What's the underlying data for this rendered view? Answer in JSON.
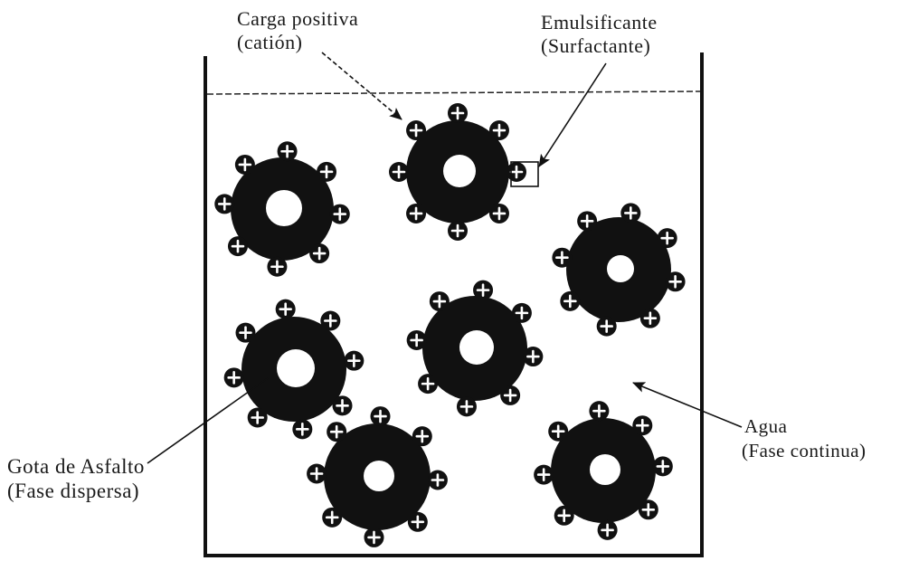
{
  "labels": {
    "positive_charge": {
      "line1": "Carga positiva",
      "line2": "(catión)"
    },
    "emulsifier": {
      "line1": "Emulsificante",
      "line2": "(Surfactante)"
    },
    "asphalt_drop": {
      "line1": "Gota de Asfalto",
      "line2": "(Fase dispersa)"
    },
    "water": {
      "line1": "Agua",
      "line2": "(Fase continua)"
    }
  },
  "droplets": {
    "count": 7,
    "surfactant_symbol": "+"
  },
  "colors": {
    "ink": "#111111",
    "background": "#ffffff"
  }
}
